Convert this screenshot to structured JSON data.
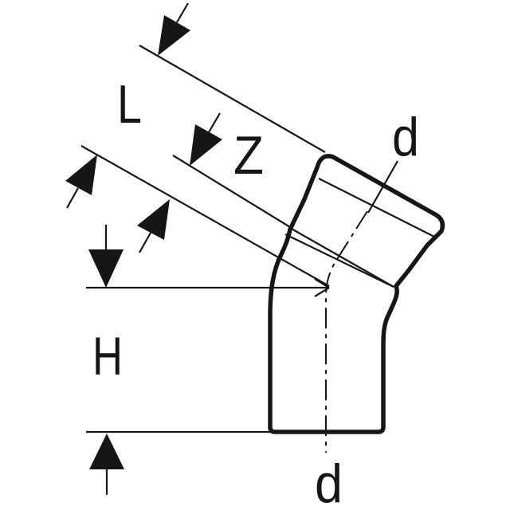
{
  "drawing": {
    "kind": "pipe-fitting-dimension-diagram",
    "subject": "pipe bend fitting with socket end (side elevation)",
    "colors": {
      "background": "#ffffff",
      "line": "#161616"
    },
    "labels": {
      "length": "L",
      "z_dimension": "Z",
      "height": "H",
      "diameter_top": "d",
      "diameter_bottom": "d"
    }
  }
}
